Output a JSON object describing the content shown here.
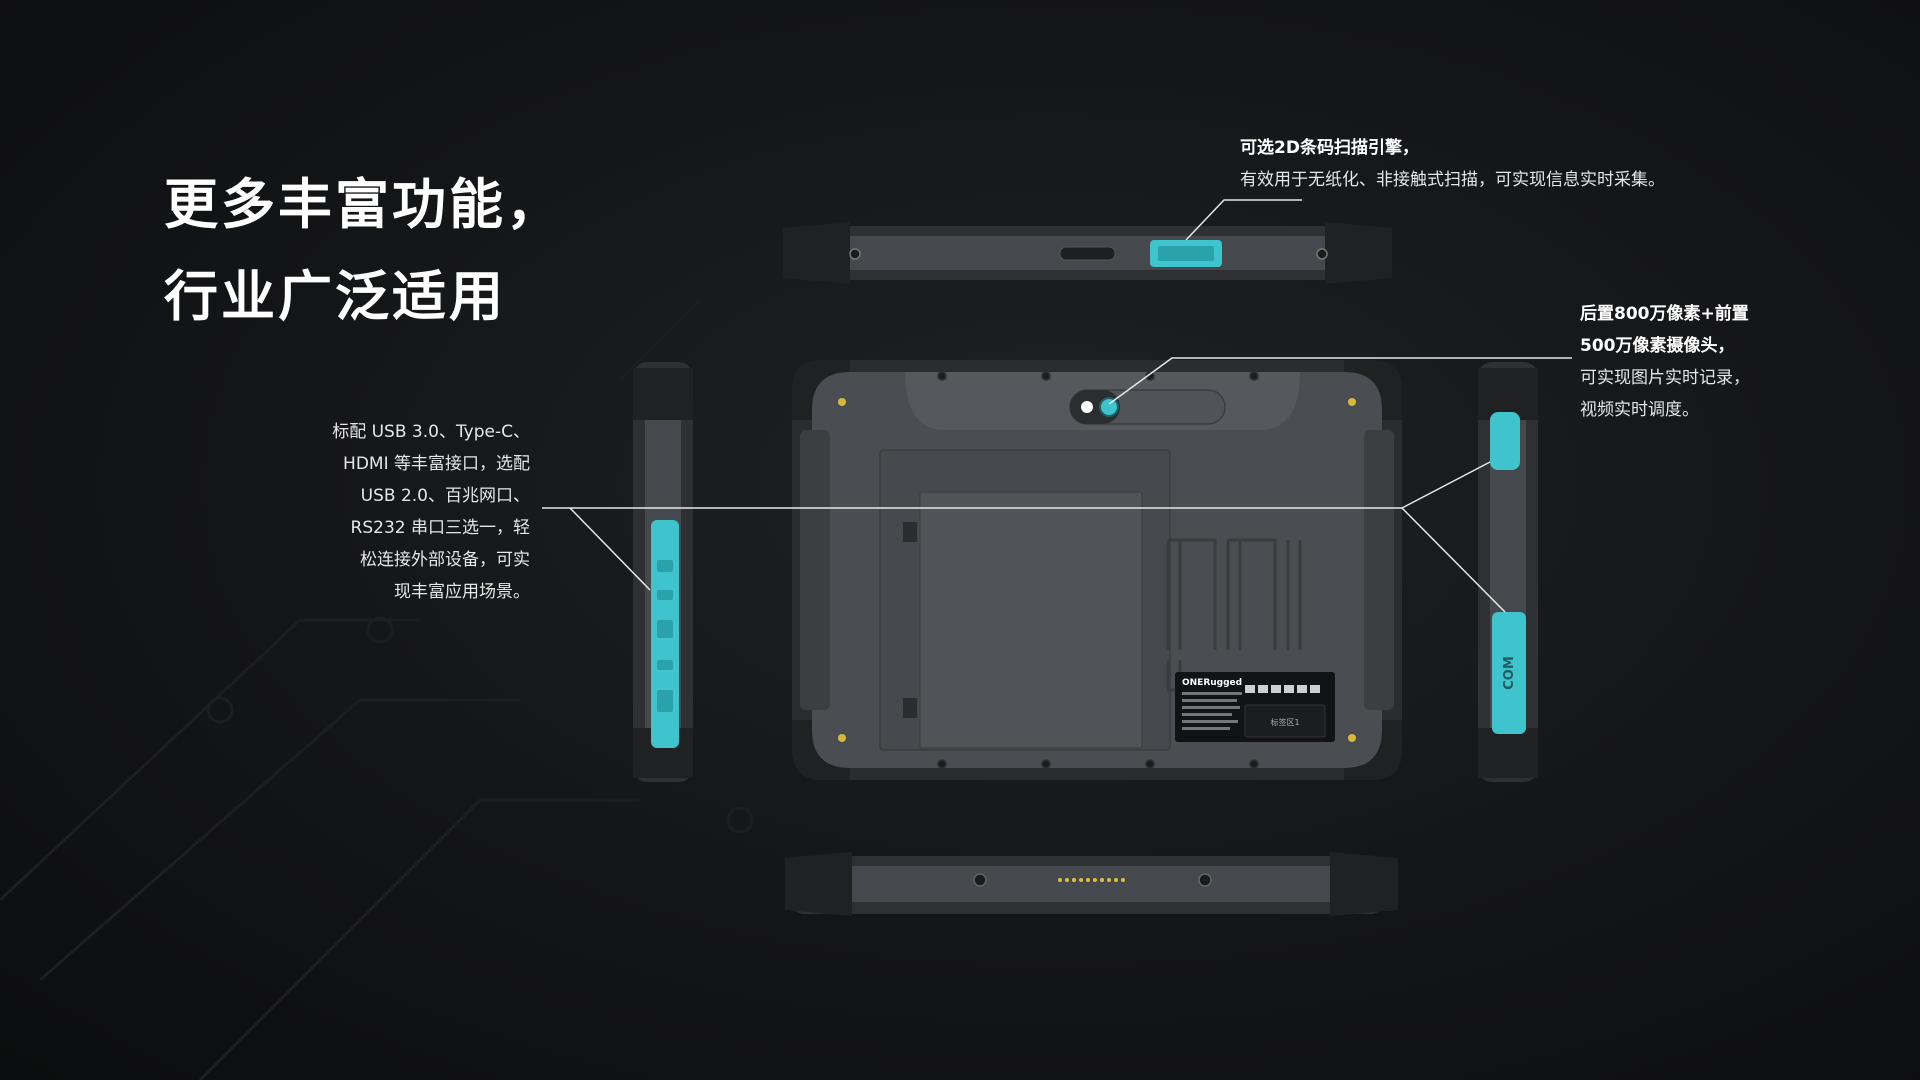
{
  "title": {
    "line1": "更多丰富功能，",
    "line2": "行业广泛适用"
  },
  "callouts": {
    "scanner": {
      "heading": "可选2D条码扫描引擎，",
      "body": "有效用于无纸化、非接触式扫描，可实现信息实时采集。"
    },
    "camera": {
      "heading1": "后置800万像素+前置",
      "heading2": "500万像素摄像头，",
      "body1": "可实现图片实时记录，",
      "body2": "视频实时调度。"
    },
    "ports": {
      "line1": "标配 USB 3.0、Type-C、",
      "line2": "HDMI 等丰富接口，选配",
      "line3": "USB 2.0、百兆网口、",
      "line4": "RS232 串口三选一，轻",
      "line5": "松连接外部设备，可实",
      "line6": "现丰富应用场景。"
    }
  },
  "device": {
    "brand_label": "ONERugged",
    "right_port_label": "COM",
    "sticker_text": "标签区1"
  },
  "colors": {
    "accent_teal": "#3fc3cc",
    "body_gray": "#4a4d51",
    "bumper": "#2a2c2f",
    "background": "#141517"
  }
}
